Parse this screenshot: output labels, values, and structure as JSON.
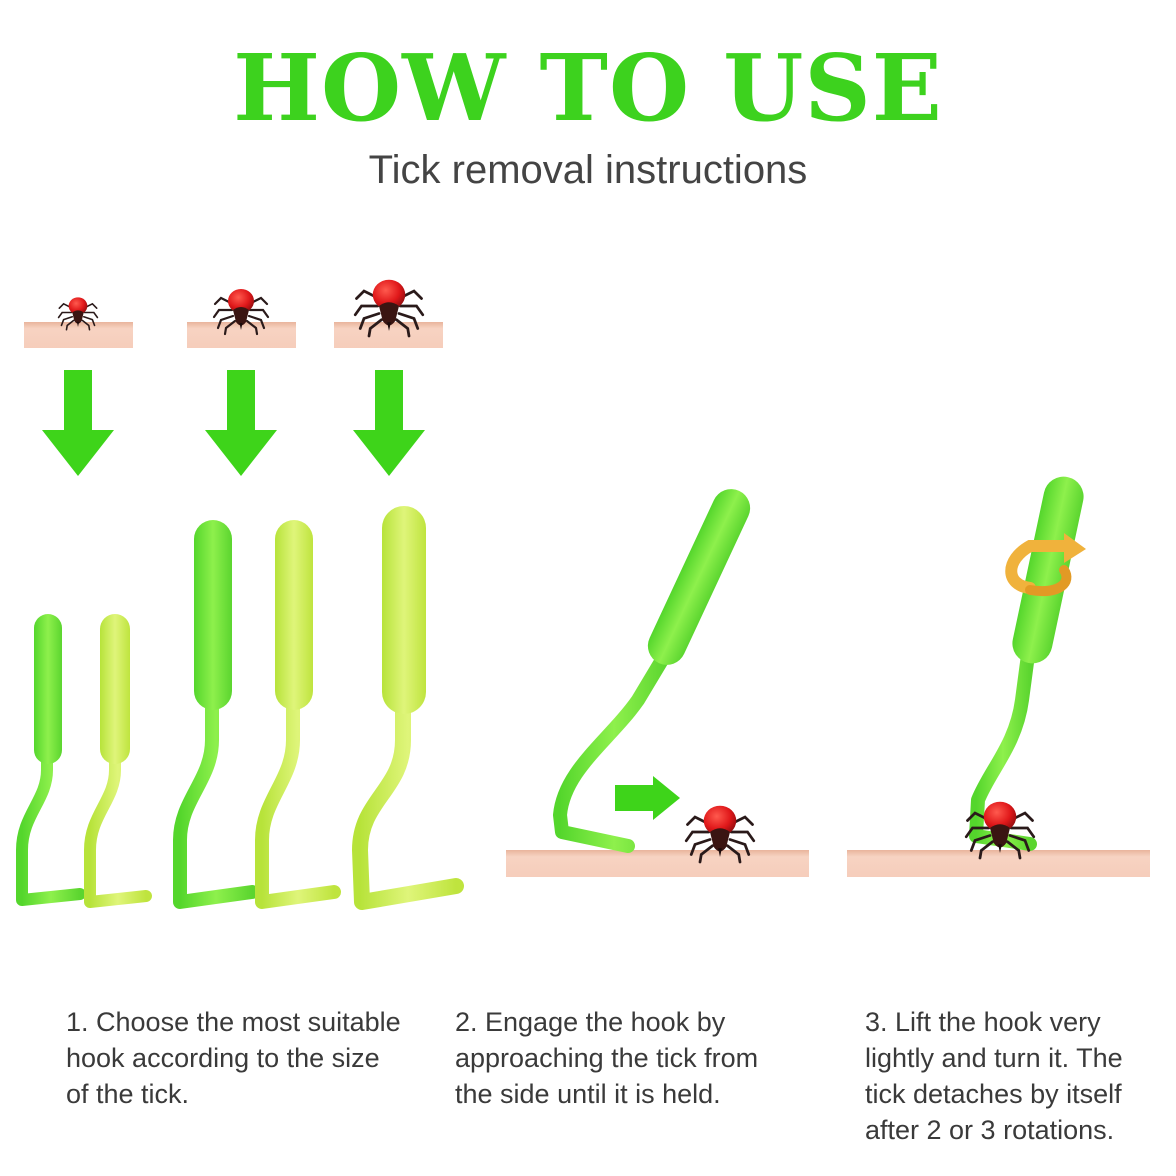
{
  "header": {
    "title": "HOW TO USE",
    "subtitle": "Tick removal instructions"
  },
  "colors": {
    "title_green": "#3dd21e",
    "arrow_green": "#3ed41a",
    "skin": "#f5cbb8",
    "tick_red": "#e0181a",
    "rotation_arrow": "#f0b23c"
  },
  "illustration": {
    "tick_sizes": [
      "small",
      "medium",
      "large"
    ],
    "hook_sizes": [
      "small",
      "small",
      "medium",
      "medium",
      "large"
    ],
    "icons": [
      "tick-icon",
      "down-arrow-icon",
      "hook-tool-icon",
      "right-arrow-icon",
      "rotation-arrow-icon"
    ]
  },
  "steps": [
    {
      "text": "1. Choose the most suitable hook according to the size of the tick."
    },
    {
      "text": "2. Engage the hook by approaching the tick from the side until it is held."
    },
    {
      "text": "3. Lift the hook very lightly and turn it. The tick detaches by itself after 2 or 3 rotations."
    }
  ]
}
